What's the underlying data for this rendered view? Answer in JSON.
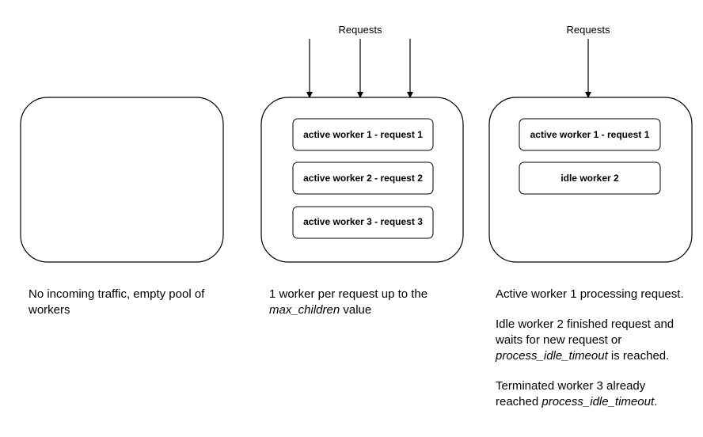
{
  "panels": [
    {
      "requests_label": "",
      "workers": [],
      "caption": [
        [
          {
            "t": "No incoming traffic, empty pool of workers",
            "i": false
          }
        ]
      ]
    },
    {
      "requests_label": "Requests",
      "workers": [
        "active worker 1 - request 1",
        "active worker 2 - request 2",
        "active worker 3 - request 3"
      ],
      "caption": [
        [
          {
            "t": "1 worker per request up to the ",
            "i": false
          },
          {
            "t": "max_children",
            "i": true
          },
          {
            "t": " value",
            "i": false
          }
        ]
      ]
    },
    {
      "requests_label": "Requests",
      "workers": [
        "active worker 1 - request 1",
        "idle worker 2"
      ],
      "caption": [
        [
          {
            "t": "Active worker 1 processing request.",
            "i": false
          }
        ],
        [
          {
            "t": "Idle worker 2 finished request and waits for new request or ",
            "i": false
          },
          {
            "t": "process_idle_timeout",
            "i": true
          },
          {
            "t": " is reached.",
            "i": false
          }
        ],
        [
          {
            "t": "Terminated worker 3 already reached ",
            "i": false
          },
          {
            "t": "process_idle_timeout",
            "i": true
          },
          {
            "t": ".",
            "i": false
          }
        ]
      ]
    }
  ]
}
